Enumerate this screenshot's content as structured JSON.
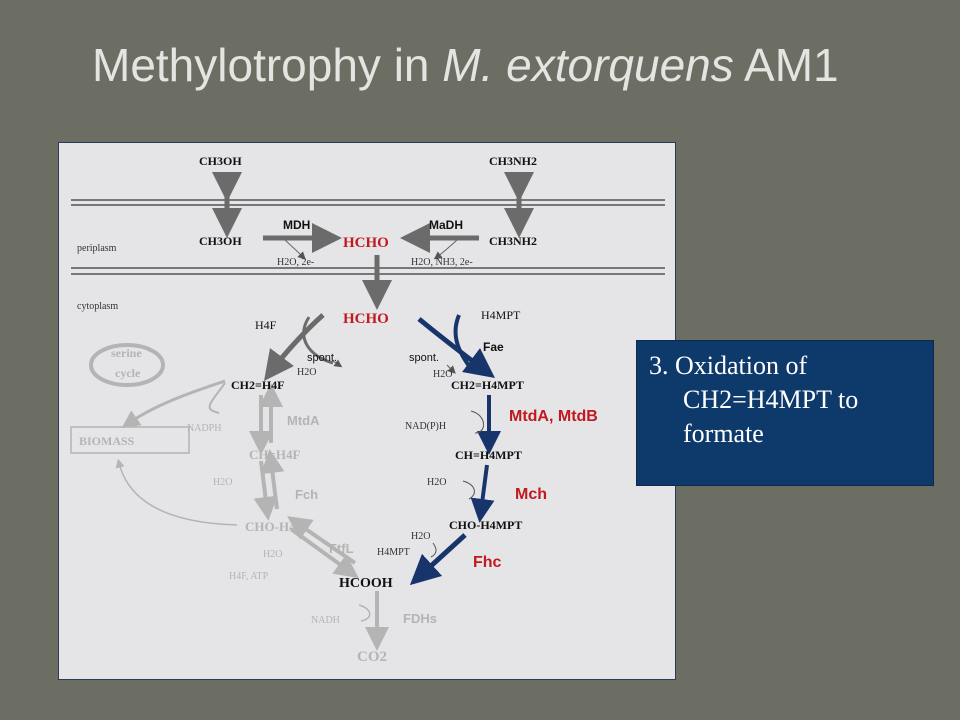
{
  "slide": {
    "title_pre": "Methylotrophy in ",
    "title_italic": "M. extorquens",
    "title_post": " AM1"
  },
  "diagram": {
    "top_left": "CH3OH",
    "top_right": "CH3NH2",
    "mdh": "MDH",
    "madh": "MaDH",
    "peri_left": "CH3OH",
    "peri_right": "CH3NH2",
    "hcho_peri": "HCHO",
    "h2o_2e": "H2O, 2e-",
    "h2o_nh3": "H2O, NH3, 2e-",
    "periplasm": "periplasm",
    "cytoplasm": "cytoplasm",
    "h4f": "H4F",
    "hcho_cyto": "HCHO",
    "h4mpt": "H4MPT",
    "fae": "Fae",
    "spont_left": "spont.",
    "spont_right": "spont.",
    "h2o_left_spont": "H2O",
    "h2o_right_spont": "H2O",
    "serine": "serine",
    "cycle": "cycle",
    "ch2_h4f": "CH2=H4F",
    "ch2_h4mpt": "CH2=H4MPT",
    "biomass": "BIOMASS",
    "nadph": "NADPH",
    "mtda": "MtdA",
    "nadph_right": "NAD(P)H",
    "mtda_mtdb": "MtdA, MtdB",
    "ch_h4f": "CH=H4F",
    "ch_h4mpt": "CH=H4MPT",
    "h2o_fch": "H2O",
    "fch": "Fch",
    "h2o_mch": "H2O",
    "mch": "Mch",
    "cho_h4f": "CHO-H4F",
    "cho_h4mpt": "CHO-H4MPT",
    "h2o_ftfl": "H2O",
    "ftfl": "FtfL",
    "h4f_atp": "H4F, ATP",
    "h2o_fhc": "H2O",
    "h4mpt_small": "H4MPT",
    "fhc": "Fhc",
    "hcooh": "HCOOH",
    "nadh": "NADH",
    "fdhs": "FDHs",
    "co2": "CO2"
  },
  "callout": {
    "line1": "3. Oxidation of",
    "line2": "CH2=H4MPT to",
    "line3": "formate"
  },
  "colors": {
    "background": "#6c6d63",
    "panel": "#e5e5e7",
    "callout": "#0e3a6b",
    "highlight_red": "#c0191f",
    "pathway_blue": "#17356b",
    "faded_gray": "#b4b4b4"
  }
}
